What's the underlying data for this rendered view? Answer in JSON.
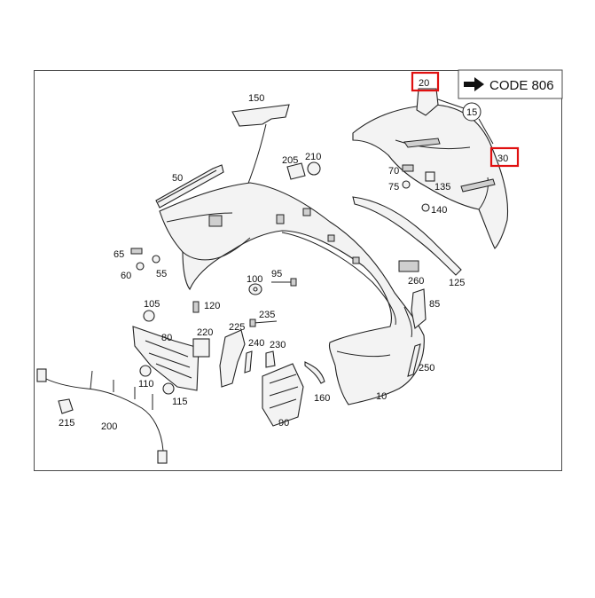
{
  "code_box": {
    "arrow_icon": "right-arrow-icon",
    "text": "CODE 806"
  },
  "highlight_color": "#e01010",
  "parts": {
    "p10": "10",
    "p15": "15",
    "p20": "20",
    "p30": "30",
    "p50": "50",
    "p55": "55",
    "p60": "60",
    "p65": "65",
    "p70": "70",
    "p75": "75",
    "p80": "80",
    "p85": "85",
    "p90": "90",
    "p95": "95",
    "p100": "100",
    "p105": "105",
    "p110": "110",
    "p115": "115",
    "p120": "120",
    "p125": "125",
    "p135": "135",
    "p140": "140",
    "p150": "150",
    "p160": "160",
    "p200": "200",
    "p205": "205",
    "p210": "210",
    "p215": "215",
    "p220": "220",
    "p225": "225",
    "p230": "230",
    "p235": "235",
    "p240": "240",
    "p250": "250",
    "p260": "260"
  }
}
